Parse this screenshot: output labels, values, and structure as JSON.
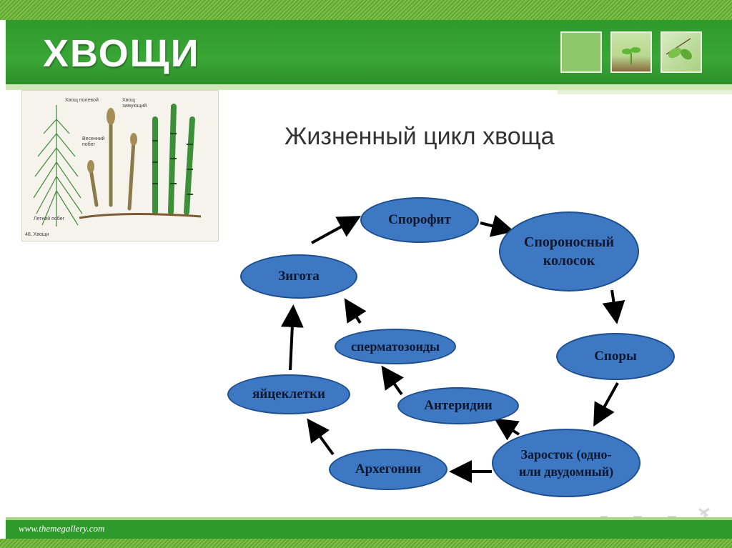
{
  "slide": {
    "title": "ХВОЩИ",
    "footer_url": "www.themegallery.com"
  },
  "photo": {
    "labels": {
      "field": "Хвощ полевой",
      "winter": "Хвощ зимующий",
      "spring": "Весенний побег",
      "summer": "Летний побег",
      "caption": "48. Хвощи"
    }
  },
  "diagram": {
    "title": "Жизненный цикл хвоща",
    "nodes": {
      "sporophyte": "Спорофит",
      "spikelet": "Спороносный колосок",
      "spores": "Споры",
      "prothallus": "Заросток (одно- или двудомный)",
      "antheridia": "Антеридии",
      "archegonia": "Архегонии",
      "eggs": "яйцеклетки",
      "sperm": "сперматозоиды",
      "zygote": "Зигота"
    }
  }
}
